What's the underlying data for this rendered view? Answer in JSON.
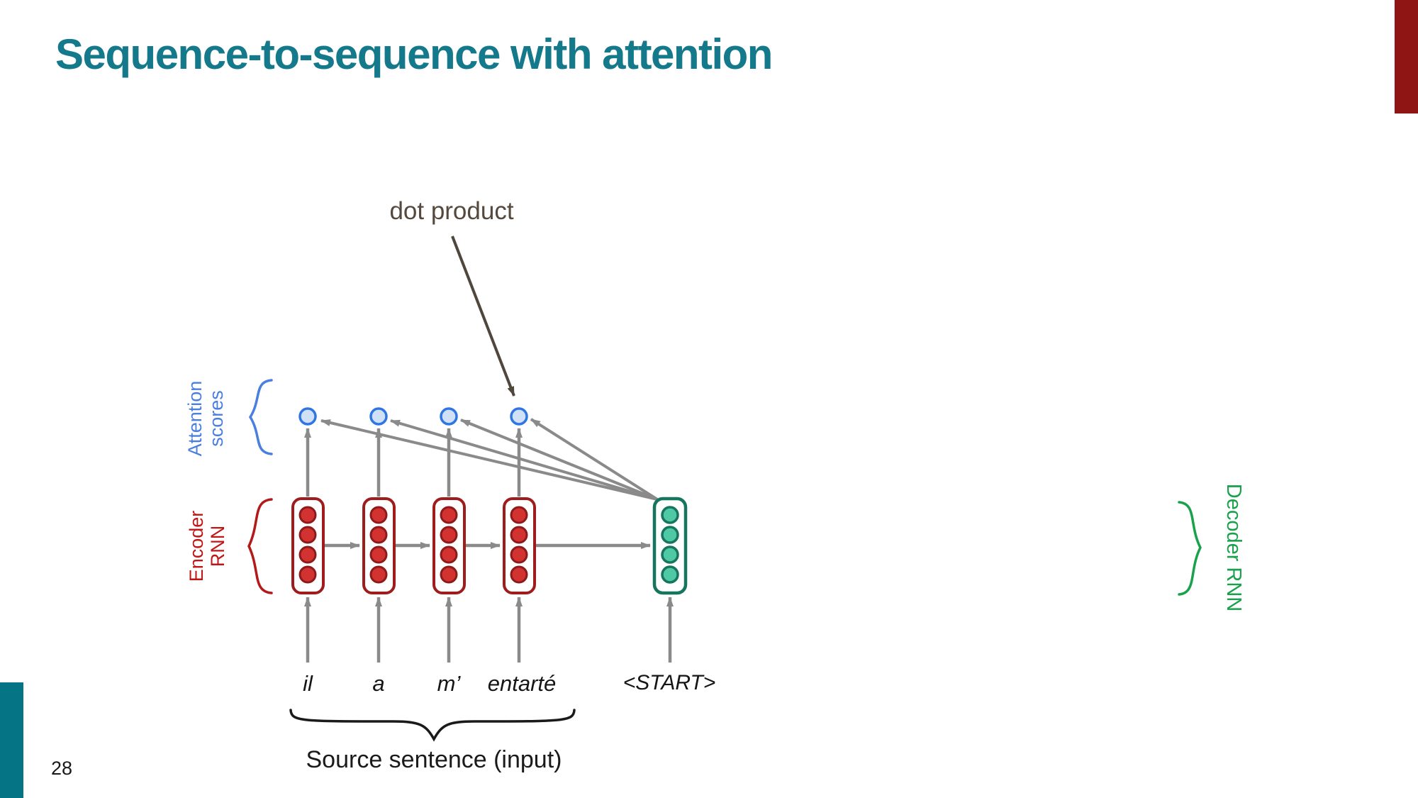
{
  "slide": {
    "title": "Sequence-to-sequence with attention",
    "page_number": "28"
  },
  "diagram": {
    "dot_product_label": "dot product",
    "attention_label_line1": "Attention",
    "attention_label_line2": "scores",
    "encoder_label_line1": "Encoder",
    "encoder_label_line2": "RNN",
    "decoder_label": "Decoder RNN",
    "source_sentence_label": "Source sentence (input)",
    "source_words": [
      "il",
      "a",
      "m’",
      "entarté"
    ],
    "start_token": "<START>"
  },
  "colors": {
    "title_teal": "#14798a",
    "corner_bar_red": "#8e1514",
    "corner_bar_teal": "#057585",
    "encoder_border_red": "#9e1c1c",
    "encoder_dot_red": "#d23230",
    "decoder_border_teal": "#15755f",
    "decoder_dot_teal": "#4fc9a4",
    "attention_dot_fill": "#cfe0f7",
    "attention_dot_border": "#3076e3",
    "attention_label_blue": "#4a7fe0",
    "encoder_label_red": "#bf1616",
    "decoder_label_green": "#1aa14b",
    "arrow_gray": "#8a8a8a",
    "dot_product_brown": "#4f463c"
  }
}
